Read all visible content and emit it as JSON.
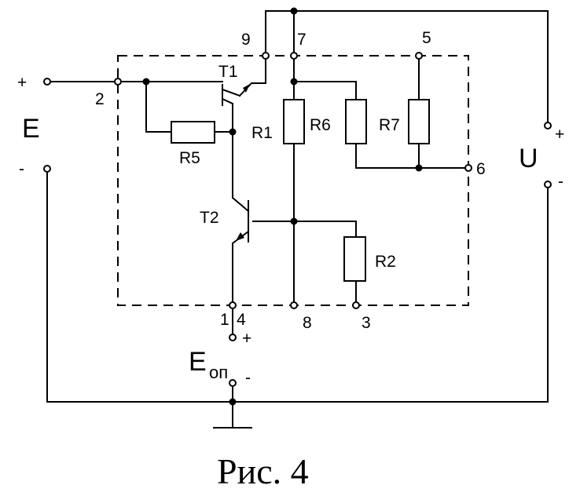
{
  "figure": {
    "caption": "Рис. 4",
    "sources": {
      "E": {
        "name": "E",
        "plus": "+",
        "minus": "-"
      },
      "U": {
        "name": "U",
        "plus": "+",
        "minus": "-"
      },
      "Eop": {
        "name": "E",
        "subscript": "оп",
        "plus": "+",
        "minus": "-"
      }
    },
    "components": {
      "T1": "T1",
      "T2": "T2",
      "R1": "R1",
      "R2": "R2",
      "R5": "R5",
      "R6": "R6",
      "R7": "R7"
    },
    "pins": {
      "p1": "1",
      "p2": "2",
      "p3": "3",
      "p4": "4",
      "p5": "5",
      "p6": "6",
      "p7": "7",
      "p8": "8",
      "p9": "9"
    }
  }
}
